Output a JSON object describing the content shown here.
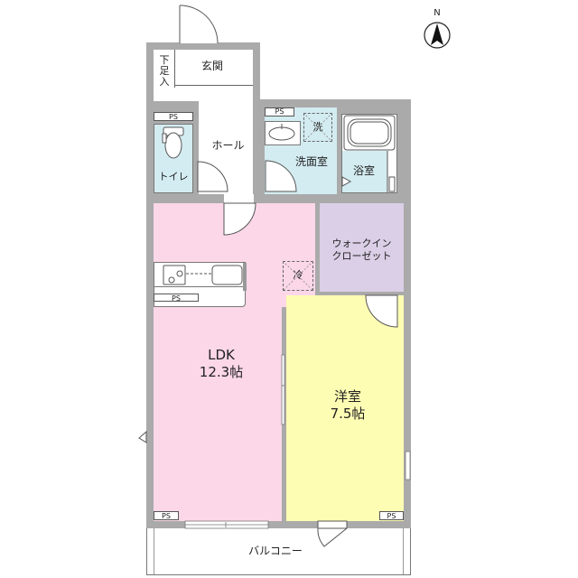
{
  "compass": {
    "label": "N"
  },
  "rooms": {
    "genkan": "玄関",
    "shoe_storage": "下足入",
    "hall": "ホール",
    "toilet": "トイレ",
    "washroom": "洗面室",
    "bathroom": "浴室",
    "wic_line1": "ウォークイン",
    "wic_line2": "クローゼット",
    "ldk_name": "LDK",
    "ldk_size": "12.3帖",
    "western_name": "洋室",
    "western_size": "7.5帖",
    "balcony": "バルコニー"
  },
  "fixtures": {
    "washer": "洗",
    "fridge": "冷",
    "ps": "PS"
  },
  "colors": {
    "wall": "#aaaaaa",
    "ldk": "#fbd7e8",
    "western": "#fefdb4",
    "wic": "#dacfe6",
    "wet": "#d3ecf1"
  }
}
